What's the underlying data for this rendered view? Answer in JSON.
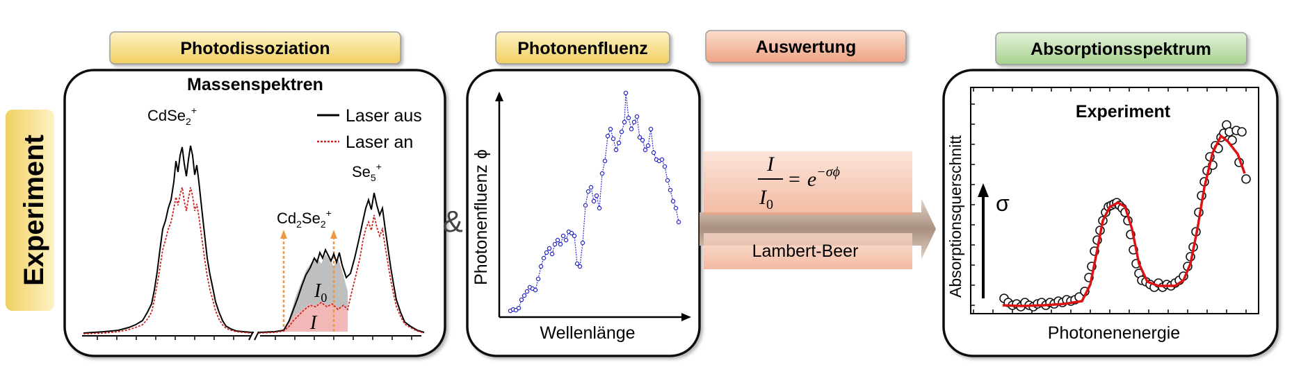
{
  "side_label": "Experiment",
  "headers": {
    "photodissociation": "Photodissoziation",
    "fluence": "Photonenfluenz",
    "evaluation": "Auswertung",
    "spectrum": "Absorptionsspektrum"
  },
  "mass_panel": {
    "title": "Massenspektren",
    "legend_off": "Laser aus",
    "legend_on": "Laser an",
    "peak1": "CdSe",
    "peak1_sub": "2",
    "peak1_sup": "+",
    "peak2": "Cd",
    "peak2_sub": "2",
    "peak2_mid": "Se",
    "peak2_sub2": "2",
    "peak2_sup": "+",
    "peak3": "Se",
    "peak3_sub": "5",
    "peak3_sup": "+",
    "i0_label": "I",
    "i0_sub": "0",
    "i_label": "I"
  },
  "ampersand": "&",
  "fluence_panel": {
    "ylabel": "Photonenfluenz",
    "ysymbol": "ϕ",
    "xlabel": "Wellenlänge"
  },
  "evaluation_box": {
    "num": "I",
    "den": "I",
    "den_sub": "0",
    "equals": "=",
    "exp_base": "e",
    "exponent": "−σϕ",
    "law": "Lambert-Beer"
  },
  "spectrum_panel": {
    "title": "Experiment",
    "ylabel": "Absorptionsquerschnitt",
    "sigma": "σ",
    "xlabel": "Photonenenergie"
  },
  "colors": {
    "laser_off": "#000000",
    "laser_on": "#cc2222",
    "fluence_line": "#2a2acc",
    "fit_line": "#dd1111",
    "header_yellow": "#f6dc84",
    "header_peach": "#f2b49a",
    "header_green": "#b8dda6",
    "arrow_orange": "#f0a070"
  }
}
